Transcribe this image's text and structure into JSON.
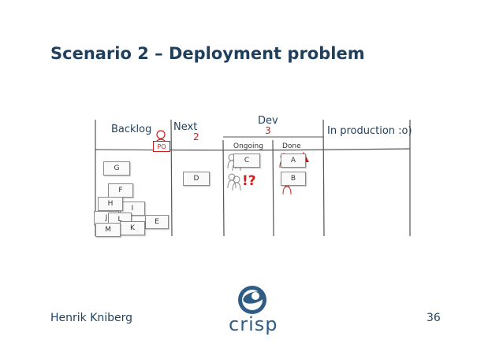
{
  "slide": {
    "title": "Scenario 2 – Deployment problem",
    "author": "Henrik Kniberg",
    "page_number": "36",
    "logo_text": "crisp"
  },
  "board": {
    "columns": {
      "backlog": "Backlog",
      "next": "Next",
      "next_wip": "2",
      "dev": "Dev",
      "dev_wip": "3",
      "ongoing": "Ongoing",
      "done": "Done",
      "production": "In production :o)"
    },
    "po_label": "PO",
    "alert_text": "!?",
    "cards": {
      "G": "G",
      "F": "F",
      "H": "H",
      "I": "I",
      "J": "J",
      "L": "L",
      "E": "E",
      "M": "M",
      "K": "K",
      "D": "D",
      "C": "C",
      "A": "A",
      "B": "B"
    }
  },
  "colors": {
    "title": "#1f3f5c",
    "wip_limit": "#cc1e1e",
    "alert": "#cc1e1e",
    "logo": "#2f5d86"
  }
}
